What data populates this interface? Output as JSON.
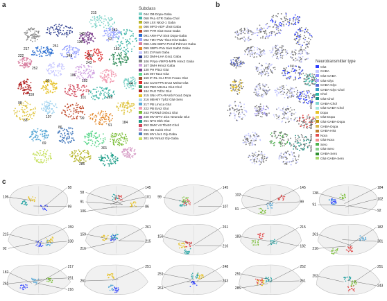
{
  "panels": {
    "a": "a",
    "b": "b",
    "c": "c"
  },
  "legend_subclass": {
    "title": "Subclass",
    "items": [
      {
        "label": "044 OB Dopa-Gaba",
        "color": "#7fd3c8"
      },
      {
        "label": "058 PAL-STR Gaba-Chol",
        "color": "#3fb5a6"
      },
      {
        "label": "069 LSX Nkx2-1 Gaba",
        "color": "#b5b52a"
      },
      {
        "label": "086 MPO-ADP Lhx8 Gaba",
        "color": "#e0c541"
      },
      {
        "label": "089 PVR Six3 Sox3 Gaba",
        "color": "#c04a2b"
      },
      {
        "label": "091 ARH-PVi Six6 Dopa-Gaba",
        "color": "#2b6ed0"
      },
      {
        "label": "092 TMv-PMv Tbx3 Hist-Gaba",
        "color": "#96a1ff"
      },
      {
        "label": "098 AHN-SBPV-PVHd Pdrm12 Gaba",
        "color": "#d87fa0"
      },
      {
        "label": "099 SBPV-PVa Six6 Satb2 Gaba",
        "color": "#e48a2e"
      },
      {
        "label": "101 ZI Pax6 Gaba",
        "color": "#c8c8ff"
      },
      {
        "label": "102 DMH-LHA Gsx1 Gaba",
        "color": "#2f3f8f"
      },
      {
        "label": "106 PVpo-VMPO-MPN Hmx2 Gaba",
        "color": "#8a8a8a"
      },
      {
        "label": "107 DMH Hmx2 Gaba",
        "color": "#cfa0e0"
      },
      {
        "label": "138 PH Pitx2 Glut",
        "color": "#7a3e8c"
      },
      {
        "label": "145 MH Tac2 Glut",
        "color": "#5ad68a"
      },
      {
        "label": "159 IF-RL-CLI-PAG Foxa1 Glut",
        "color": "#a0522d"
      },
      {
        "label": "182 CUN-PPN Evx2 Meis2 Glut",
        "color": "#dc2f2f"
      },
      {
        "label": "183 PBG Mtnr1a Glut-Chol",
        "color": "#2e8b57"
      },
      {
        "label": "184 PAG Tcf24 Glut",
        "color": "#b22222"
      },
      {
        "label": "215 SNc-VTA-RAmb Foxa1 Dopa",
        "color": "#e6c229"
      },
      {
        "label": "216 MB-MY Tph2 Glut-Sero",
        "color": "#a6d5f0"
      },
      {
        "label": "217 PB Lmx1a Glut",
        "color": "#5aa9d6"
      },
      {
        "label": "222 PB Evx2 Glut",
        "color": "#f29cb1"
      },
      {
        "label": "243 PGRNd Onbx1 Glut",
        "color": "#7dbf3c"
      },
      {
        "label": "248 MV-SPIV Zic4 Neurod2 Glut",
        "color": "#9b59b6"
      },
      {
        "label": "251 NTS Dbh Glut",
        "color": "#1f9e89"
      },
      {
        "label": "252 DMX VII Tbx20 Chol",
        "color": "#d1495b"
      },
      {
        "label": "261 HB Calcb Chol",
        "color": "#d8a0c8"
      },
      {
        "label": "285 MY Lhx1 Gly-Gaba",
        "color": "#4c7fbf"
      },
      {
        "label": "301 MV Nr4a2 Gly-Gaba",
        "color": "#c9e265"
      }
    ]
  },
  "legend_nt": {
    "title": "Neurotransmitter type",
    "groups": [
      {
        "name": "Chol",
        "start": 5,
        "end": 10
      },
      {
        "name": "Dopa",
        "start": 11,
        "end": 13
      },
      {
        "name": "Nora",
        "start": 14,
        "end": 15
      },
      {
        "name": "Sero",
        "start": 16,
        "end": 18
      }
    ],
    "items": [
      {
        "label": "Glut",
        "color": "#2b3cff"
      },
      {
        "label": "GABA",
        "color": "#c6c9ff"
      },
      {
        "label": "Glut-GABA",
        "color": "#8a8cff"
      },
      {
        "label": "Glut-Glyc",
        "color": "#b0a6ff"
      },
      {
        "label": "GABA-Glyc",
        "color": "#5b6bd6"
      },
      {
        "label": "GABA-Glyc-Chol",
        "color": "#3f9cc4"
      },
      {
        "label": "Chol",
        "color": "#29b8a7"
      },
      {
        "label": "Glut-Chol",
        "color": "#1c8f82"
      },
      {
        "label": "GABA-Chol",
        "color": "#7fd6d0"
      },
      {
        "label": "Glut-GABA-Chol",
        "color": "#a3e6e0"
      },
      {
        "label": "Dopa",
        "color": "#e6c229"
      },
      {
        "label": "Glut-Dopa",
        "color": "#f1da6b"
      },
      {
        "label": "Glut-GABA-Dopa",
        "color": "#b89414"
      },
      {
        "label": "GABA-Dopa",
        "color": "#d8b74d"
      },
      {
        "label": "GABA-Hist",
        "color": "#bf7d2d"
      },
      {
        "label": "Nora",
        "color": "#e24e4e"
      },
      {
        "label": "Glut-Nora",
        "color": "#f28f8f"
      },
      {
        "label": "Sero",
        "color": "#4db34d"
      },
      {
        "label": "Glut-Sero",
        "color": "#8ad08a"
      },
      {
        "label": "GABA-Sero",
        "color": "#2f8f2f"
      },
      {
        "label": "Glut-GABA-Sero",
        "color": "#a6d86a"
      }
    ]
  },
  "umap_labels": [
    {
      "text": "215"
    },
    {
      "text": "182"
    },
    {
      "text": "92"
    },
    {
      "text": "145"
    },
    {
      "text": "138"
    },
    {
      "text": "183"
    },
    {
      "text": "261"
    },
    {
      "text": "248"
    },
    {
      "text": "251"
    },
    {
      "text": "243"
    },
    {
      "text": "217"
    },
    {
      "text": "222"
    },
    {
      "text": "252"
    },
    {
      "text": "106"
    },
    {
      "text": "102"
    },
    {
      "text": "89"
    },
    {
      "text": "159"
    },
    {
      "text": "216"
    },
    {
      "text": "44"
    },
    {
      "text": "101"
    },
    {
      "text": "107"
    },
    {
      "text": "58"
    },
    {
      "text": "99"
    },
    {
      "text": "91"
    },
    {
      "text": "86"
    },
    {
      "text": "69"
    },
    {
      "text": "301"
    },
    {
      "text": "285"
    },
    {
      "text": "98"
    },
    {
      "text": "184"
    }
  ],
  "sections": [
    {
      "labels": [
        "58",
        "106",
        "99"
      ]
    },
    {
      "labels": [
        "145",
        "58",
        "101",
        "91",
        "86",
        "106"
      ]
    },
    {
      "labels": [
        "145",
        "99",
        "107"
      ]
    },
    {
      "labels": [
        "145",
        "102",
        "99",
        "91"
      ]
    },
    {
      "labels": [
        "184",
        "138",
        "102",
        "91",
        "92"
      ]
    },
    {
      "labels": [
        "159",
        "215",
        "138",
        "92"
      ]
    },
    {
      "labels": [
        "261",
        "159",
        "215",
        "216"
      ]
    },
    {
      "labels": [
        "261",
        "159",
        "216"
      ]
    },
    {
      "labels": [
        "215",
        "183",
        "182"
      ]
    },
    {
      "labels": [
        "182",
        "261",
        "301",
        "216"
      ]
    },
    {
      "labels": [
        "217",
        "182",
        "251",
        "261",
        "216"
      ]
    },
    {
      "labels": [
        "251",
        "261"
      ]
    },
    {
      "labels": [
        "248",
        "251",
        "243",
        "261"
      ]
    },
    {
      "labels": [
        "252",
        "251",
        "261",
        "285"
      ]
    },
    {
      "labels": [
        "251",
        "252",
        "243"
      ]
    }
  ]
}
